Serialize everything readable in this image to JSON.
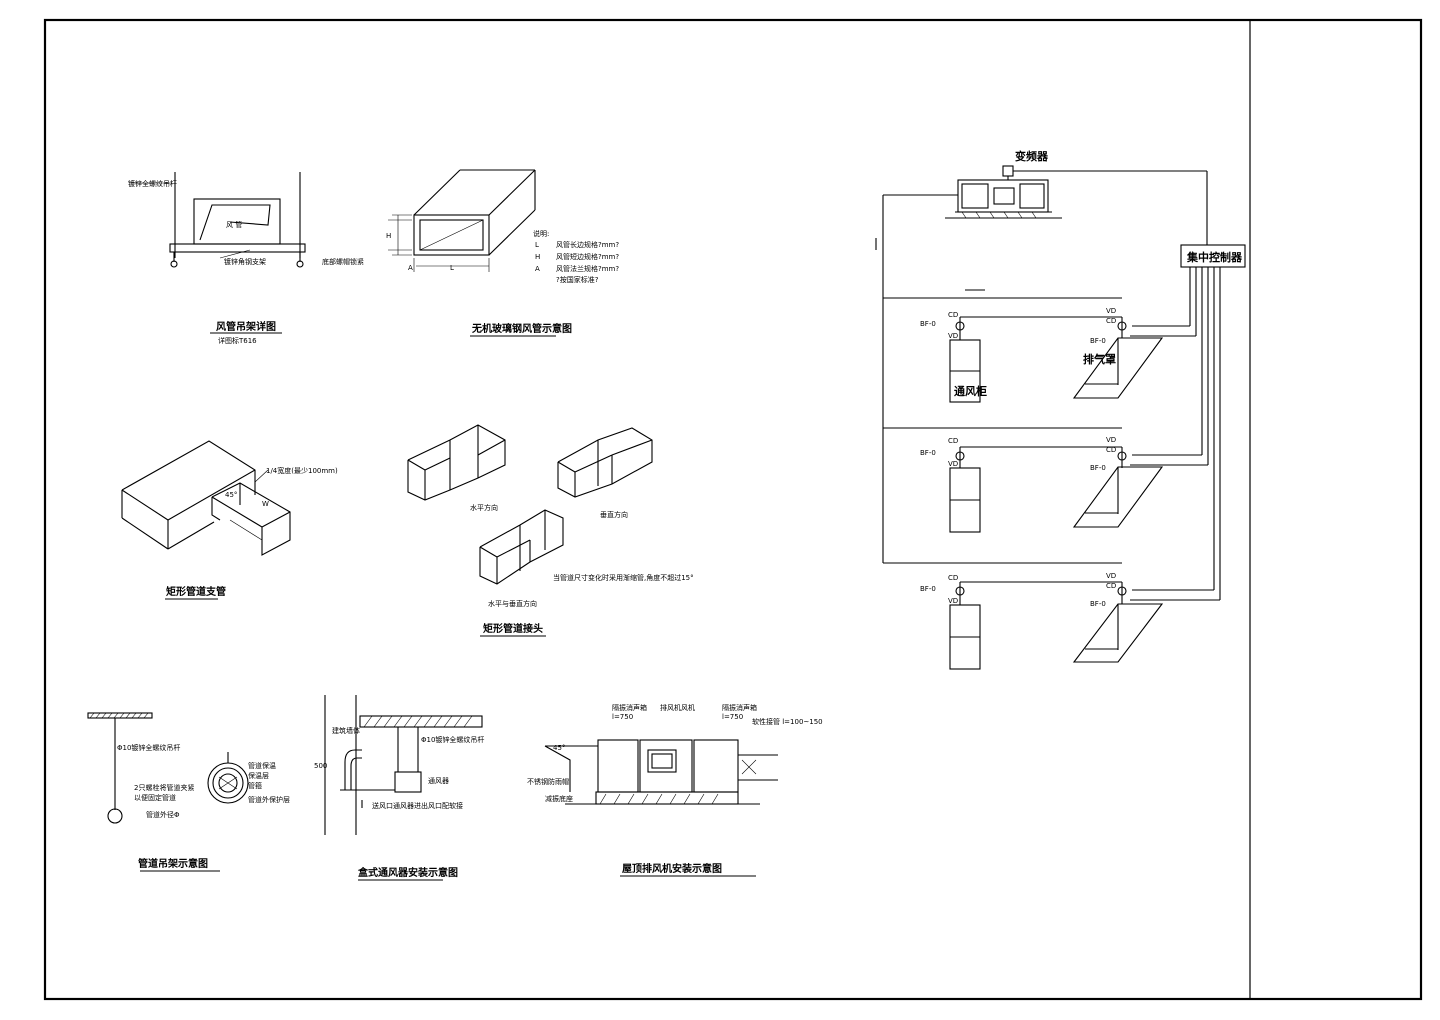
{
  "drawing": {
    "hanger": {
      "title": "风管吊架详图",
      "subtitle": "详图标T616",
      "duct_label": "风  管",
      "rod_label": "镀锌全螺纹吊杆",
      "angle_label": "镀锌角钢支架",
      "bolt_label": "底部螺帽锁紧"
    },
    "glass_duct": {
      "title": "无机玻璃钢风管示意图",
      "legend_heading": "说明:",
      "legend": [
        {
          "key": "L",
          "text": "风管长边规格?mm?"
        },
        {
          "key": "H",
          "text": "风管短边规格?mm?"
        },
        {
          "key": "A",
          "text": "风管法兰规格?mm?"
        },
        {
          "key": "",
          "text": "?按国家标准?"
        }
      ],
      "dim_L": "L",
      "dim_H": "H",
      "dim_A": "A"
    },
    "branch": {
      "title": "矩形管道支管",
      "note": "1/4宽度(最少100mm)",
      "angle": "45°",
      "dim_W": "W"
    },
    "joint": {
      "title": "矩形管道接头",
      "label_horizontal": "水平方向",
      "label_vertical": "垂直方向",
      "label_both": "水平与垂直方向",
      "note": "当管道尺寸变化时采用渐缩管,角度不超过15°"
    },
    "pipe_hanger": {
      "title": "管道吊架示意图",
      "rod": "Φ10镀锌全螺纹吊杆",
      "note1": "2只螺栓将管道夹紧",
      "note2": "以便固定管道",
      "pipe": "管道外径Φ",
      "c1": "管道保温",
      "c2": "保温层",
      "c3": "管箍",
      "c4": "管道外保护层"
    },
    "cassette": {
      "title": "盒式通风器安装示意图",
      "wall": "建筑墙体",
      "rod": "Φ10镀锌全螺纹吊杆",
      "unit": "通风器",
      "grille": "送风口",
      "note": "通风器进出风口配软接",
      "dim": "500"
    },
    "roof_fan": {
      "title": "屋顶排风机安装示意图",
      "box1": "隔振消声箱",
      "box1_l": "l=750",
      "fan": "排风机风机",
      "box2": "隔振消声箱",
      "box2_l": "l=750",
      "flex": "软性接管 l=100~150",
      "angle": "45°",
      "weather": "不锈钢防雨帽",
      "base": "减振底座"
    },
    "system": {
      "inverter": "变频器",
      "controller": "集中控制器",
      "exhaust_hood": "排气罩",
      "cabinet": "通风柜",
      "cd": "CD",
      "vd": "VD",
      "bf": "BF-0"
    }
  }
}
